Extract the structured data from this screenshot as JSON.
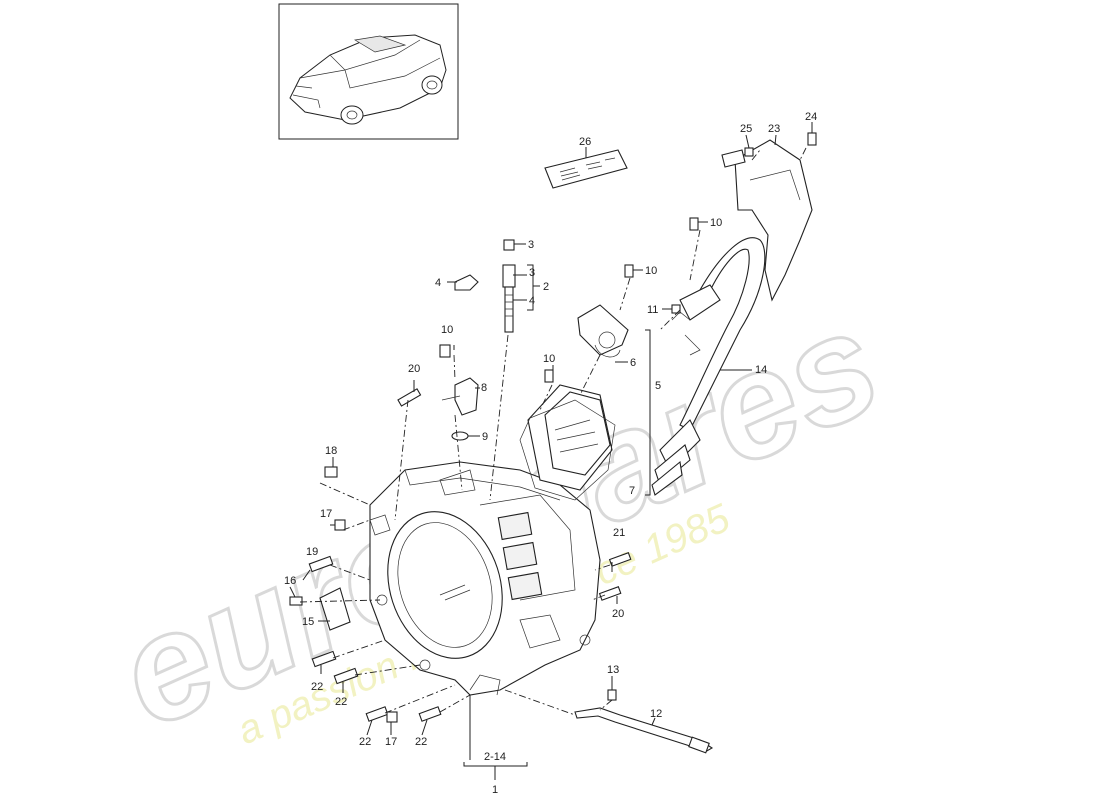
{
  "watermark": {
    "brand": "eurospares",
    "tagline": "a passion for parts since 1985"
  },
  "thumbnail": {
    "icon": "car-suv-icon"
  },
  "label_plate": {
    "icon": "label-plate-icon",
    "part": "26"
  },
  "callouts": {
    "c1": "1",
    "c2": "2",
    "c3": "3",
    "c3b": "3",
    "c4": "4",
    "c4b": "4",
    "c5": "5",
    "c6": "6",
    "c7": "7",
    "c8": "8",
    "c9": "9",
    "c10a": "10",
    "c10b": "10",
    "c10c": "10",
    "c10d": "10",
    "c11": "11",
    "c12": "12",
    "c13": "13",
    "c14": "14",
    "c15": "15",
    "c16": "16",
    "c17a": "17",
    "c17b": "17",
    "c18": "18",
    "c19": "19",
    "c20a": "20",
    "c20b": "20",
    "c21": "21",
    "c22a": "22",
    "c22b": "22",
    "c22c": "22",
    "c22d": "22",
    "c23": "23",
    "c24": "24",
    "c25": "25",
    "c26": "26",
    "range": "2-14"
  }
}
